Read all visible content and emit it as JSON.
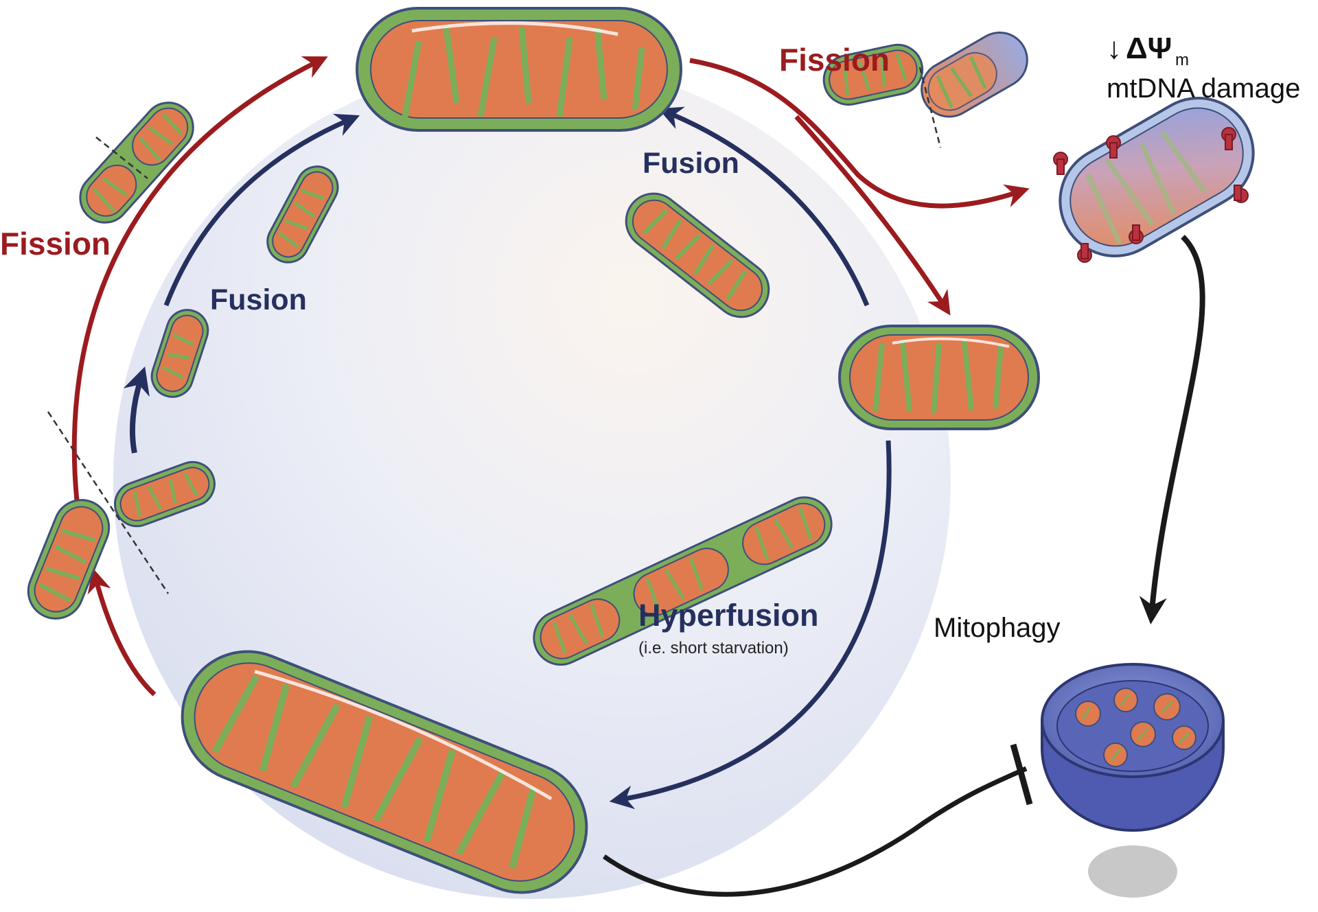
{
  "labels": {
    "fission_top_right": "Fission",
    "fission_left": "Fission",
    "fusion_left": "Fusion",
    "fusion_right": "Fusion",
    "hyperfusion": "Hyperfusion",
    "hyperfusion_note": "(i.e. short starvation)",
    "membrane_potential_arrow": "↓",
    "membrane_potential_symbol": "ΔΨ",
    "membrane_potential_subscript": "m",
    "mtdna_damage": "mtDNA damage",
    "mitophagy": "Mitophagy"
  },
  "colors": {
    "fission_arrow": "#9b1b1e",
    "fusion_arrow": "#25305f",
    "mitophagy_arrow": "#1a1a1a",
    "mito_matrix": "#e07b4f",
    "mito_membrane_gap": "#7cae5a",
    "mito_outline": "#3e4f7a",
    "background_disc": "#e4e8f3",
    "lysosome": "#6f7cc8",
    "damage_marker": "#b8323f"
  }
}
